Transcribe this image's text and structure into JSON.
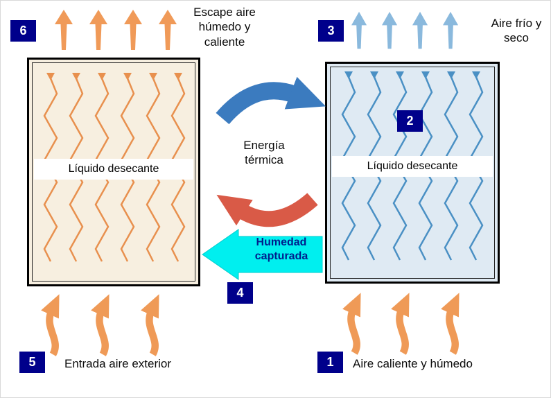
{
  "badges": {
    "step1": "1",
    "step2": "2",
    "step3": "3",
    "step4": "4",
    "step5": "5",
    "step6": "6"
  },
  "labels": {
    "escape_air": "Escape aire húmedo y caliente",
    "cold_dry_air": "Aire frío y seco",
    "thermal_energy": "Energía térmica",
    "captured_humidity": "Humedad capturada",
    "outside_air_inlet": "Entrada aire exterior",
    "hot_humid_air": "Aire caliente y húmedo",
    "left_chamber_label": "Líquido desecante",
    "right_chamber_label": "Líquido desecante"
  },
  "colors": {
    "badge_bg": "#00008b",
    "badge_text": "#ffffff",
    "orange_arrow": "#f09a58",
    "blue_arrow": "#8ab9dd",
    "thermal_energy_blue": "#3b7bbf",
    "thermal_energy_red": "#d95a47",
    "humidity_cyan": "#00efef",
    "left_chamber_bg": "#f7efe0",
    "right_chamber_bg": "#dfeaf3",
    "left_zigzag": "#e8904e",
    "right_zigzag": "#4a90c4"
  },
  "icons": {
    "top_left": "orange-up-arrows",
    "top_right": "blue-up-arrows",
    "middle_right": "blue-curved-right-arrow",
    "middle_left": "red-curved-left-arrow",
    "humidity": "cyan-left-block-arrow",
    "bottom": "orange-curved-up-arrows",
    "chamber_lines": "zigzag-downflow-lines"
  }
}
